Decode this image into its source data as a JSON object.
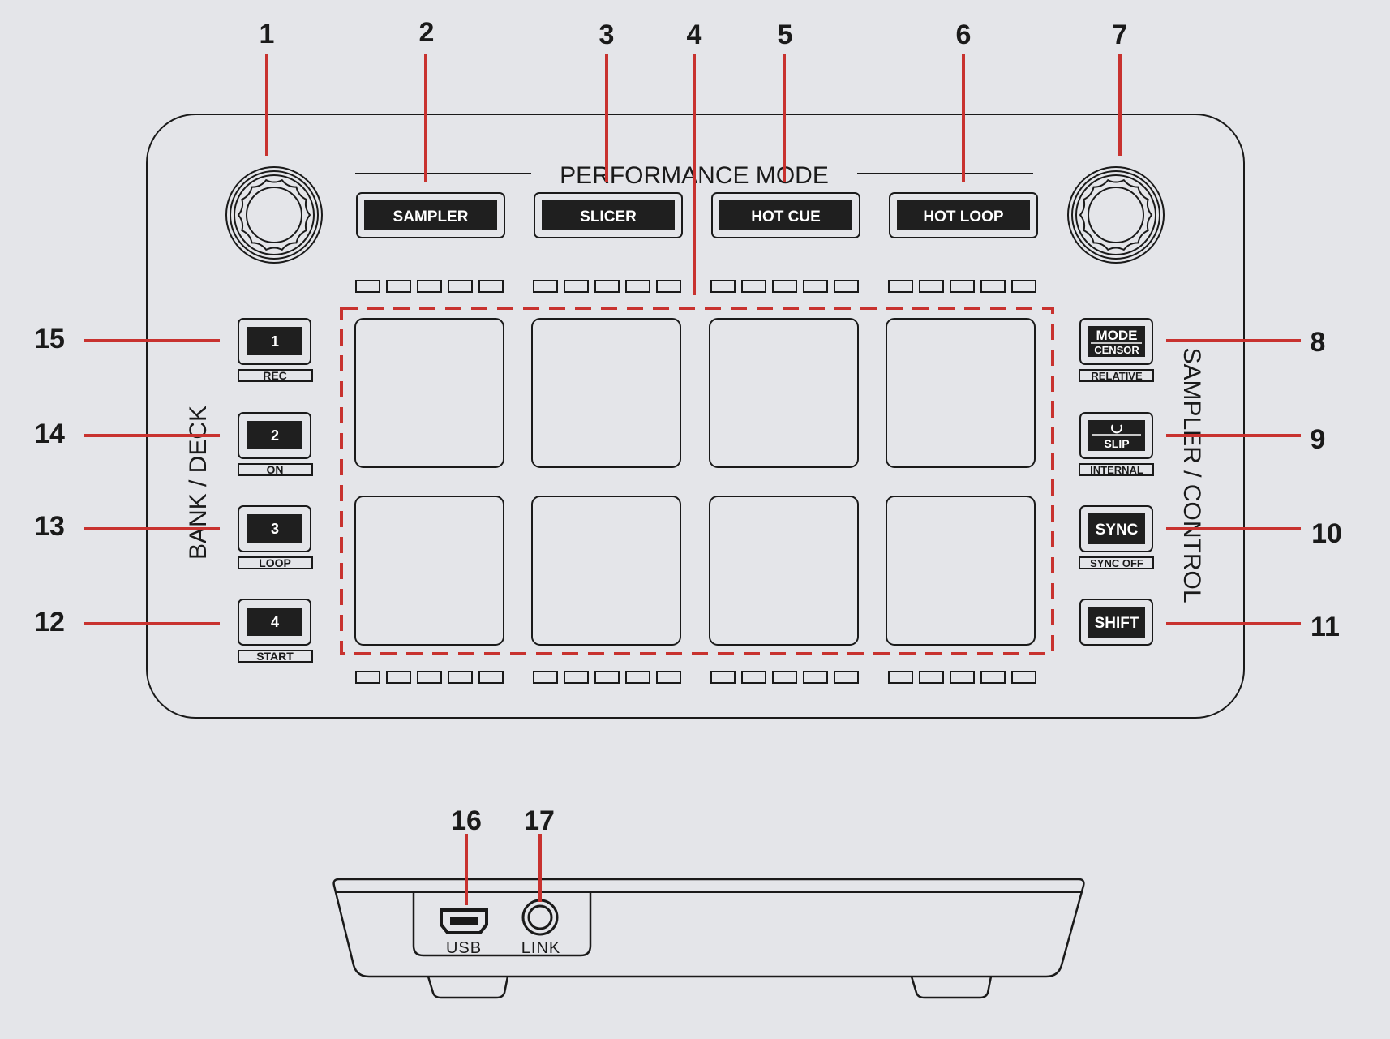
{
  "colors": {
    "background": "#e4e5e9",
    "outline": "#1a1a1a",
    "callout": "#c8322f",
    "label_fill": "#1f1f1f",
    "label_text": "#ffffff"
  },
  "controller": {
    "mode_title": "PERFORMANCE MODE",
    "bank_deck_label": "BANK / DECK",
    "sampler_control_label": "SAMPLER / CONTROL",
    "mode_buttons": [
      "SAMPLER",
      "SLICER",
      "HOT CUE",
      "HOT LOOP"
    ],
    "left_buttons": [
      {
        "label": "1",
        "sub": "REC"
      },
      {
        "label": "2",
        "sub": "ON"
      },
      {
        "label": "3",
        "sub": "LOOP"
      },
      {
        "label": "4",
        "sub": "START"
      }
    ],
    "right_buttons": [
      {
        "label": "MODE",
        "label2": "CENSOR",
        "sub": "RELATIVE"
      },
      {
        "label": "SLIP",
        "sub": "INTERNAL"
      },
      {
        "label": "SYNC",
        "sub": "SYNC OFF"
      },
      {
        "label": "SHIFT",
        "sub": ""
      }
    ],
    "pad_count": 8
  },
  "side_view": {
    "usb_label": "USB",
    "link_label": "LINK"
  },
  "callouts": [
    "1",
    "2",
    "3",
    "4",
    "5",
    "6",
    "7",
    "8",
    "9",
    "10",
    "11",
    "12",
    "13",
    "14",
    "15",
    "16",
    "17"
  ]
}
